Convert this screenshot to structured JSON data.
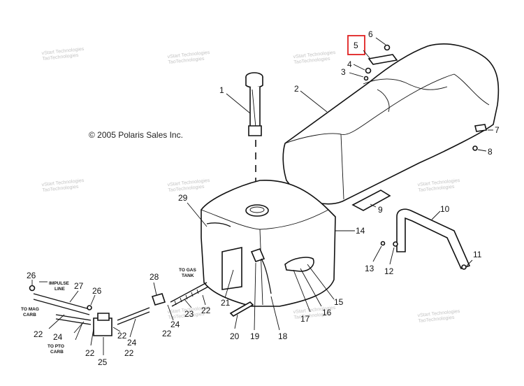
{
  "copyright": "© 2005 Polaris Sales Inc.",
  "watermark": {
    "line1": "vStart Technologies",
    "line2": "TaoTechnologies"
  },
  "highlight": {
    "label": "5",
    "color": "#e02020"
  },
  "callouts": [
    {
      "id": "1",
      "label": "1"
    },
    {
      "id": "2",
      "label": "2"
    },
    {
      "id": "3",
      "label": "3"
    },
    {
      "id": "4",
      "label": "4"
    },
    {
      "id": "6",
      "label": "6"
    },
    {
      "id": "7",
      "label": "7"
    },
    {
      "id": "8",
      "label": "8"
    },
    {
      "id": "9",
      "label": "9"
    },
    {
      "id": "10",
      "label": "10"
    },
    {
      "id": "11",
      "label": "11"
    },
    {
      "id": "12",
      "label": "12"
    },
    {
      "id": "13",
      "label": "13"
    },
    {
      "id": "14",
      "label": "14"
    },
    {
      "id": "15",
      "label": "15"
    },
    {
      "id": "16",
      "label": "16"
    },
    {
      "id": "17",
      "label": "17"
    },
    {
      "id": "18",
      "label": "18"
    },
    {
      "id": "19",
      "label": "19"
    },
    {
      "id": "20",
      "label": "20"
    },
    {
      "id": "21",
      "label": "21"
    },
    {
      "id": "22a",
      "label": "22"
    },
    {
      "id": "22b",
      "label": "22"
    },
    {
      "id": "22c",
      "label": "22"
    },
    {
      "id": "22d",
      "label": "22"
    },
    {
      "id": "22e",
      "label": "22"
    },
    {
      "id": "22f",
      "label": "22"
    },
    {
      "id": "23",
      "label": "23"
    },
    {
      "id": "24a",
      "label": "24"
    },
    {
      "id": "24b",
      "label": "24"
    },
    {
      "id": "24c",
      "label": "24"
    },
    {
      "id": "25",
      "label": "25"
    },
    {
      "id": "26a",
      "label": "26"
    },
    {
      "id": "26b",
      "label": "26"
    },
    {
      "id": "27",
      "label": "27"
    },
    {
      "id": "28",
      "label": "28"
    },
    {
      "id": "29",
      "label": "29"
    }
  ],
  "notes": {
    "impulse_line_1": "IMPULSE",
    "impulse_line_2": "LINE",
    "to_mag_1": "TO MAG",
    "to_mag_2": "CARB",
    "to_pto_1": "TO PTO",
    "to_pto_2": "CARB",
    "to_gas_1": "TO GAS",
    "to_gas_2": "TANK"
  }
}
